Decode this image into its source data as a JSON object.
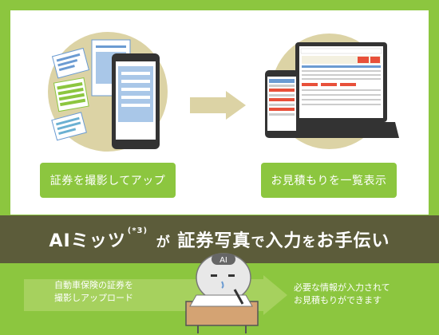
{
  "top": {
    "step1_label": "証券を撮影してアップ",
    "step2_label": "お見積もりを一覧表示"
  },
  "banner": {
    "part1": "AIミッツ",
    "note": "(*3)",
    "part2": "が",
    "part3": "証券写真",
    "part4": "で",
    "part5": "入力",
    "part6": "を",
    "part7": "お手伝い"
  },
  "bottom": {
    "left_line1": "自動車保険の証券を",
    "left_line2": "撮影しアップロード",
    "right_line1": "必要な情報が入力されて",
    "right_line2": "お見積もりができます",
    "robot_badge": "AI"
  },
  "colors": {
    "green": "#8cc63f",
    "olive_banner": "#5c5c3a",
    "beige_circle": "#dcd3a5"
  }
}
